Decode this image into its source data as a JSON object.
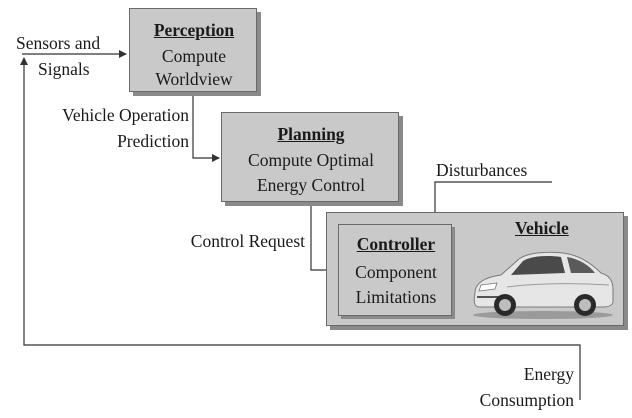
{
  "perception": {
    "title": "Perception",
    "line1": "Compute",
    "line2": "Worldview"
  },
  "planning": {
    "title": "Planning",
    "line1": "Compute Optimal",
    "line2": "Energy Control"
  },
  "vehicle": {
    "title": "Vehicle"
  },
  "controller": {
    "title": "Controller",
    "line1": "Component",
    "line2": "Limitations"
  },
  "labels": {
    "sensors_line1": "Sensors and",
    "sensors_line2": "Signals",
    "prediction_line1": "Vehicle Operation",
    "prediction_line2": "Prediction",
    "disturbances": "Disturbances",
    "control_request": "Control Request",
    "energy_line1": "Energy",
    "energy_line2": "Consumption"
  },
  "colors": {
    "box_fill": "#c9c9c9",
    "box_border": "#6a6a6a",
    "shadow": "#8a8a8a",
    "line": "#333333"
  }
}
